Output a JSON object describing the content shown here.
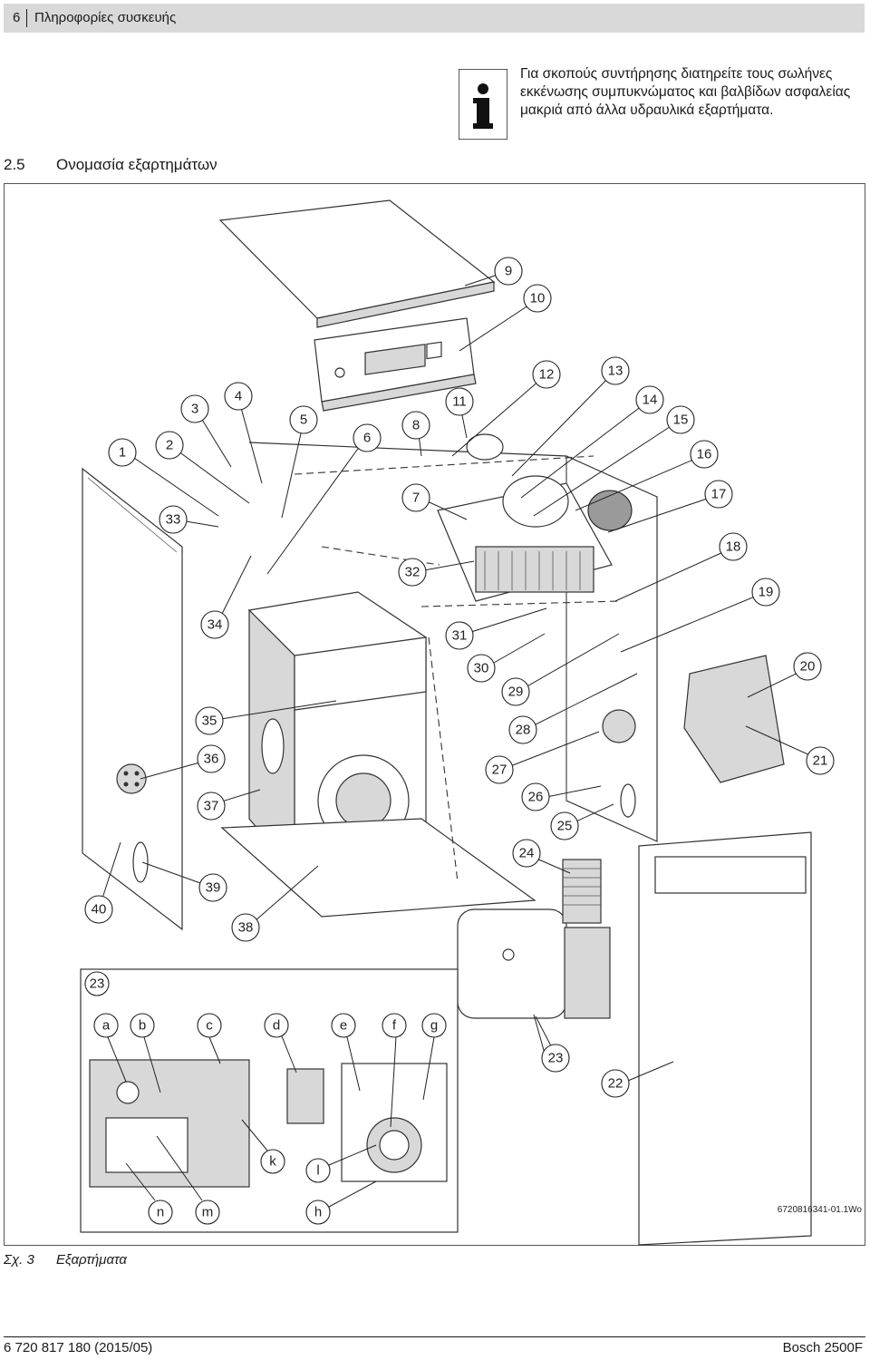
{
  "header": {
    "page_number": "6",
    "title": "Πληροφορίες συσκευής"
  },
  "info_note": {
    "icon": "info-icon",
    "lines": [
      "Για σκοπούς συντήρησης διατηρείτε τους σωλήνες",
      "εκκένωσης συμπυκνώματος και βαλβίδων ασφαλείας",
      "μακριά από άλλα υδραυλικά εξαρτήματα."
    ]
  },
  "section": {
    "number": "2.5",
    "title": "Ονομασία εξαρτημάτων"
  },
  "figure": {
    "callouts": [
      "1",
      "2",
      "3",
      "4",
      "5",
      "6",
      "7",
      "8",
      "9",
      "10",
      "11",
      "12",
      "13",
      "14",
      "15",
      "16",
      "17",
      "18",
      "19",
      "20",
      "21",
      "22",
      "23",
      "24",
      "25",
      "26",
      "27",
      "28",
      "29",
      "30",
      "31",
      "32",
      "33",
      "34",
      "35",
      "36",
      "37",
      "38",
      "39",
      "40"
    ],
    "inset_callout": "23",
    "inset_letters": [
      "a",
      "b",
      "c",
      "d",
      "e",
      "f",
      "g",
      "k",
      "l",
      "n",
      "m",
      "h"
    ],
    "drawing_code": "6720816341-01.1Wo"
  },
  "caption": {
    "label": "Σχ. 3",
    "text": "Εξαρτήματα"
  },
  "footer": {
    "left": "6 720 817 180 (2015/05)",
    "right": "Bosch 2500F"
  }
}
